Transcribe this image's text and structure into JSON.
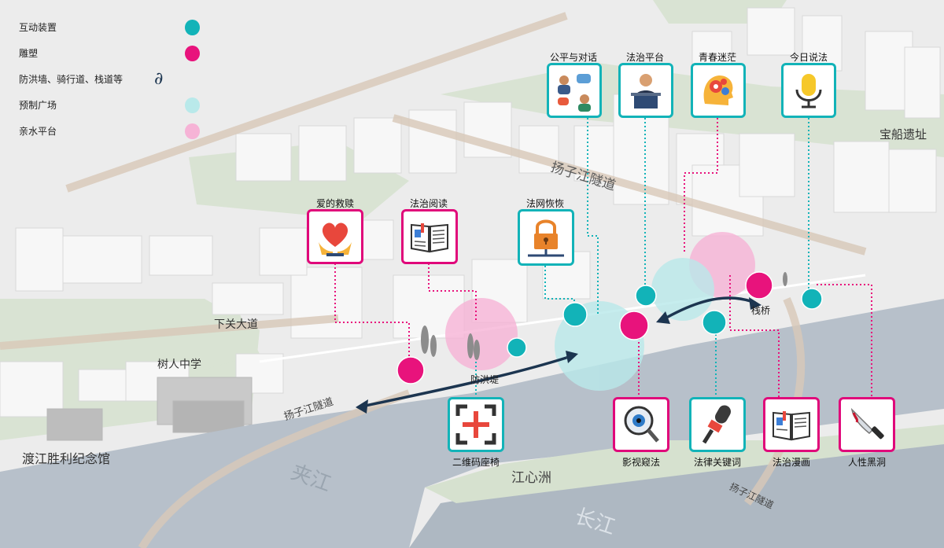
{
  "legend": [
    {
      "label": "互动装置",
      "color": "#12b3b8"
    },
    {
      "label": "雕塑",
      "color": "#e8137c"
    },
    {
      "label": "防洪墙、骑行道、栈道等",
      "symbol": "squiggle-arrow"
    },
    {
      "label": "预制广场",
      "color": "#b9e9ea"
    },
    {
      "label": "亲水平台",
      "color": "#f6b3d6"
    }
  ],
  "installations": {
    "fair_dialogue": "公平与对话",
    "law_platform": "法治平台",
    "youth_confusion": "青春迷茫",
    "today_law": "今日说法",
    "love_redemption": "爱的救赎",
    "law_reading": "法治阅读",
    "law_net": "法网恢恢",
    "qr_bench": "二维码座椅",
    "film_law": "影视窥法",
    "law_keywords": "法律关键词",
    "law_comics": "法治漫画",
    "human_dark": "人性黑洞"
  },
  "places": {
    "tunnel_top": "扬子江隧道",
    "tunnel_mid": "扬子江隧道",
    "tunnel_bottom": "扬子江隧道",
    "treasure_ship": "宝船遗址",
    "xiaguan": "下关大道",
    "shuren": "树人中学",
    "dujiang": "渡江胜利纪念馆",
    "jiangxinzhou": "江心洲",
    "jiajiang": "夹江",
    "changjiang": "长江",
    "flood_dike": "防洪堤",
    "trestle": "栈桥"
  },
  "colors": {
    "teal": "#12b3b8",
    "magenta": "#e8137c",
    "plaza": "#b9e9ea",
    "waterfront": "#f6b3d6",
    "water": "#b7c0ca",
    "navy": "#1c3550"
  }
}
